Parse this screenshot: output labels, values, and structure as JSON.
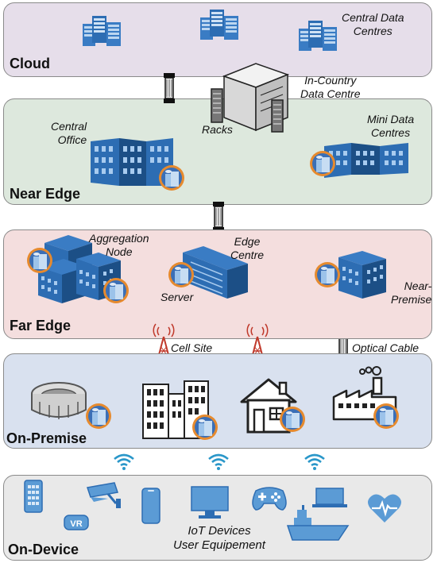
{
  "layers": {
    "cloud": {
      "title": "Cloud",
      "color": "#e6deea"
    },
    "near_edge": {
      "title": "Near Edge",
      "color": "#dde8dd"
    },
    "far_edge": {
      "title": "Far Edge",
      "color": "#f4dede"
    },
    "on_premise": {
      "title": "On-Premise",
      "color": "#d9e1ef"
    },
    "on_device": {
      "title": "On-Device",
      "color": "#e9e9e9"
    }
  },
  "labels": {
    "central_data_centres": [
      "Central Data",
      "Centres"
    ],
    "in_country_data_centre": [
      "In-Country",
      "Data Centre"
    ],
    "racks": "Racks",
    "central_office": [
      "Central",
      "Office"
    ],
    "mini_data_centres": [
      "Mini Data",
      "Centres"
    ],
    "aggregation_node": [
      "Aggregation",
      "Node"
    ],
    "edge_centre": [
      "Edge",
      "Centre"
    ],
    "server": "Server",
    "near_premise": [
      "Near-",
      "Premise"
    ],
    "cell_site": "Cell Site",
    "optical_cable": "Optical Cable",
    "iot_devices": [
      "IoT Devices",
      "User Equipement"
    ]
  },
  "icons": {
    "server_stack": "server-stack-icon",
    "building": "building-icon",
    "cell_tower": "cell-tower-icon",
    "wifi": "wifi-icon",
    "stadium": "stadium-icon",
    "house": "house-icon",
    "factory": "factory-icon",
    "phone": "phone-icon",
    "camera": "security-camera-icon",
    "vr": "vr-headset-icon",
    "monitor": "monitor-icon",
    "gamepad": "gamepad-icon",
    "laptop": "laptop-icon",
    "ship": "ship-icon",
    "heart": "heart-monitor-icon",
    "cable": "optical-cable-icon"
  },
  "vr_text": "VR",
  "colors": {
    "accent_blue": "#2d6db3",
    "dark_blue": "#1c4f86",
    "light_blue": "#5b9bd5",
    "tower_red": "#c0392b",
    "node_orange": "#e68a2e"
  }
}
